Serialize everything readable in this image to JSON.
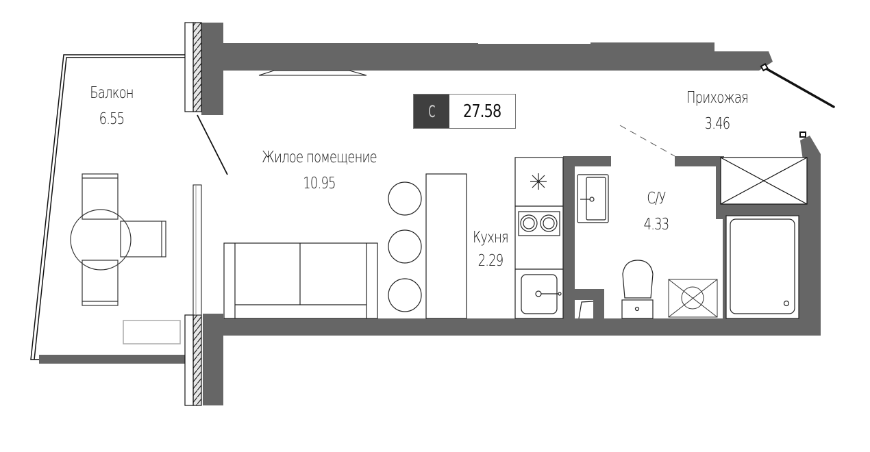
{
  "plan": {
    "apartment_type": "С",
    "total_area": "27.58",
    "colors": {
      "wall": "#666666",
      "line": "#111111",
      "badge_dark": "#3f3f3f"
    },
    "rooms": [
      {
        "id": "balcony",
        "name": "Балкон",
        "area": "6.55"
      },
      {
        "id": "living",
        "name": "Жилое помещение",
        "area": "10.95"
      },
      {
        "id": "kitchen",
        "name": "Кухня",
        "area": "2.29"
      },
      {
        "id": "hallway",
        "name": "Прихожая",
        "area": "3.46"
      },
      {
        "id": "bathroom",
        "name": "С/У",
        "area": "4.33"
      }
    ]
  }
}
